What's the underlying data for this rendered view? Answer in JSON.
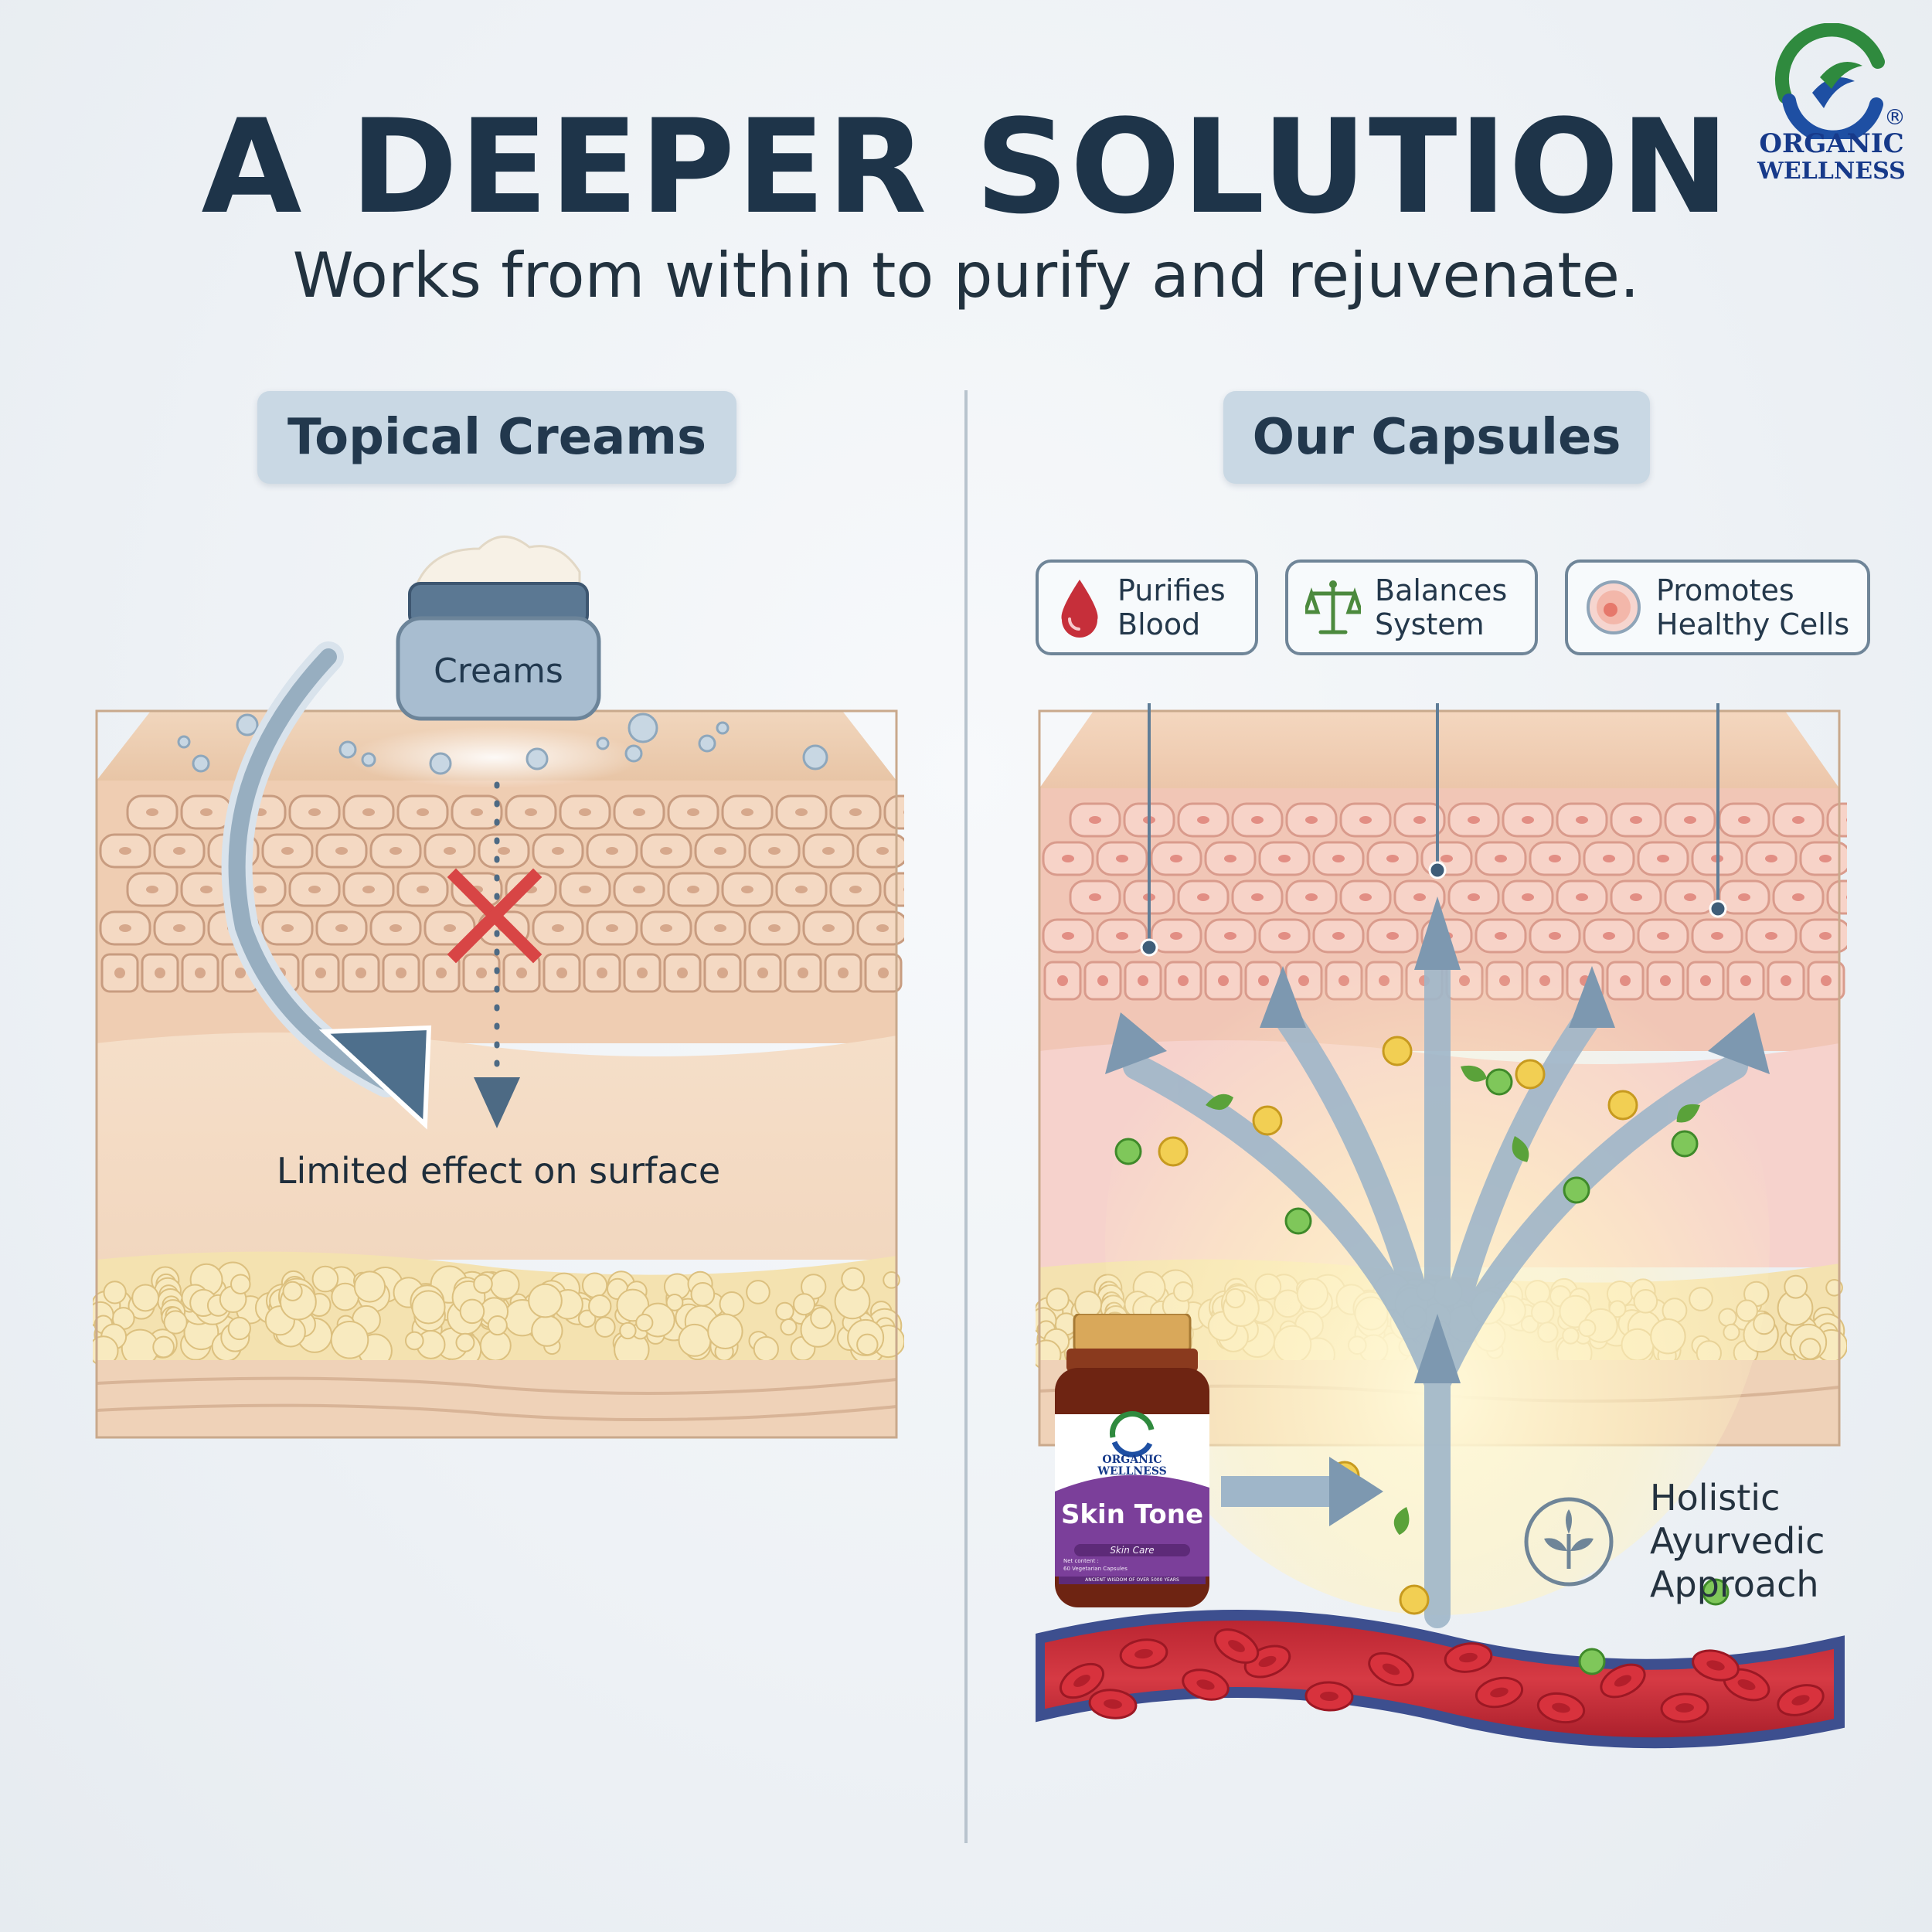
{
  "headline": "A DEEPER SOLUTION",
  "subheadline": "Works from within to purify and rejuvenate.",
  "brand": {
    "line1": "ORGANIC",
    "line2": "WELLNESS",
    "registered": "®"
  },
  "left_panel": {
    "title": "Topical Creams",
    "jar_label": "Creams",
    "caption": "Limited effect on surface"
  },
  "right_panel": {
    "title": "Our Capsules",
    "callouts": [
      {
        "line1": "Purifies",
        "line2": "Blood",
        "icon": "blood-drop-icon"
      },
      {
        "line1": "Balances",
        "line2": "System",
        "icon": "scales-icon"
      },
      {
        "line1": "Promotes",
        "line2": "Healthy Cells",
        "icon": "cell-icon"
      }
    ],
    "holistic": {
      "line1": "Holistic",
      "line2": "Ayurvedic",
      "line3": "Approach",
      "icon": "leaf-icon"
    },
    "product": {
      "brand_line1": "ORGANIC",
      "brand_line2": "WELLNESS",
      "name": "Skin Tone",
      "category": "Skin Care",
      "net_content": "Net content :",
      "capsules": "60 Vegetarian Capsules",
      "tagline": "ANCIENT WISDOM OF OVER 5000 YEARS"
    }
  },
  "colors": {
    "heading": "#1e3449",
    "pill": "#c9d8e4",
    "arrow": "#5f7d97",
    "blood": "#c62f3a",
    "brand_blue": "#173a8a",
    "brand_green": "#2f8a3e"
  }
}
